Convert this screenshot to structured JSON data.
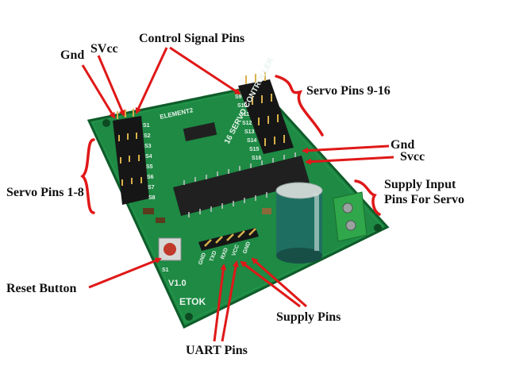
{
  "colors": {
    "pcb": "#1e8a44",
    "pcb_edge": "#0f5c2a",
    "annotation": "#e01818",
    "label_text": "#111111",
    "header": "#161616",
    "chip": "#202020",
    "capacitor": "#1f6e62",
    "terminal": "#2fa74a",
    "reset_button": "#c0392b"
  },
  "annotations": {
    "gnd_top": "Gnd",
    "svcc_top": "SVcc",
    "control_signal_pins": "Control Signal Pins",
    "servo_pins_9_16": "Servo Pins 9-16",
    "gnd_right": "Gnd",
    "svcc_right": "Svcc",
    "supply_input_line1": "Supply Input",
    "supply_input_line2": "Pins For Servo",
    "servo_pins_1_8": "Servo Pins 1-8",
    "reset_button": "Reset Button",
    "supply_pins": "Supply Pins",
    "uart_pins": "UART Pins"
  },
  "board": {
    "brand": "ELEMENT2",
    "title": "16 SERVO CONTROLLER",
    "version": "V1.0",
    "maker": "ETOK",
    "reset_ref": "S1",
    "pin_labels_left": [
      "S1",
      "S2",
      "S3",
      "S4",
      "S5",
      "S6",
      "S7",
      "S8"
    ],
    "pin_labels_right": [
      "S9",
      "S10",
      "S11",
      "S12",
      "S13",
      "S14",
      "S15",
      "S16"
    ],
    "bottom_pin_labels": [
      "GND",
      "TXD",
      "RXD",
      "VCC",
      "GND"
    ]
  }
}
